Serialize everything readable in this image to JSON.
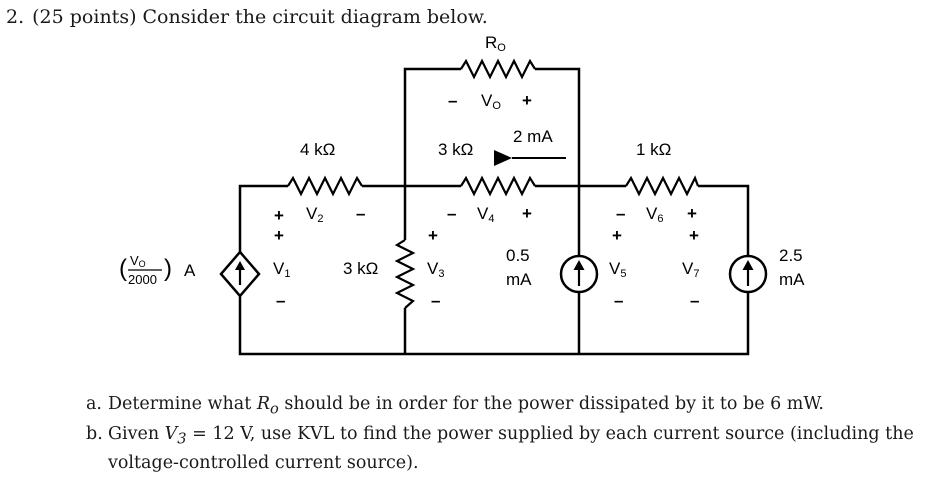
{
  "problem": {
    "number": "2.",
    "text": "(25 points) Consider the circuit diagram below."
  },
  "circuit": {
    "ro_label": "R",
    "ro_sub": "O",
    "vo_label": "V",
    "vo_sub": "O",
    "r1_label": "4 kΩ",
    "r3_label": "3 kΩ",
    "r5_label": "1 kΩ",
    "r2_label": "3 kΩ",
    "i2ma_label": "2 mA",
    "v1_label": "V",
    "v1_sub": "1",
    "v2_label": "V",
    "v2_sub": "2",
    "v3_label": "V",
    "v3_sub": "3",
    "v4_label": "V",
    "v4_sub": "4",
    "v5_label": "V",
    "v5_sub": "5",
    "v6_label": "V",
    "v6_sub": "6",
    "v7_label": "V",
    "v7_sub": "7",
    "i05_line1": "0.5",
    "i05_line2": "mA",
    "i25_line1": "2.5",
    "i25_line2": "mA",
    "dep_numerator": "V",
    "dep_numerator_sub": "O",
    "dep_denominator": "2000",
    "dep_unit": "A",
    "plus": "+",
    "minus": "–"
  },
  "questions": [
    {
      "letter": "a.",
      "pre": "Determine what ",
      "var": "R",
      "var_sub": "o",
      "post": " should be in order for the power dissipated by it to be 6 mW."
    },
    {
      "letter": "b.",
      "pre": "Given ",
      "var": "V",
      "var_sub": "3",
      "post": " = 12 V, use KVL to find the power supplied by each current source (including the voltage-controlled current source)."
    }
  ]
}
